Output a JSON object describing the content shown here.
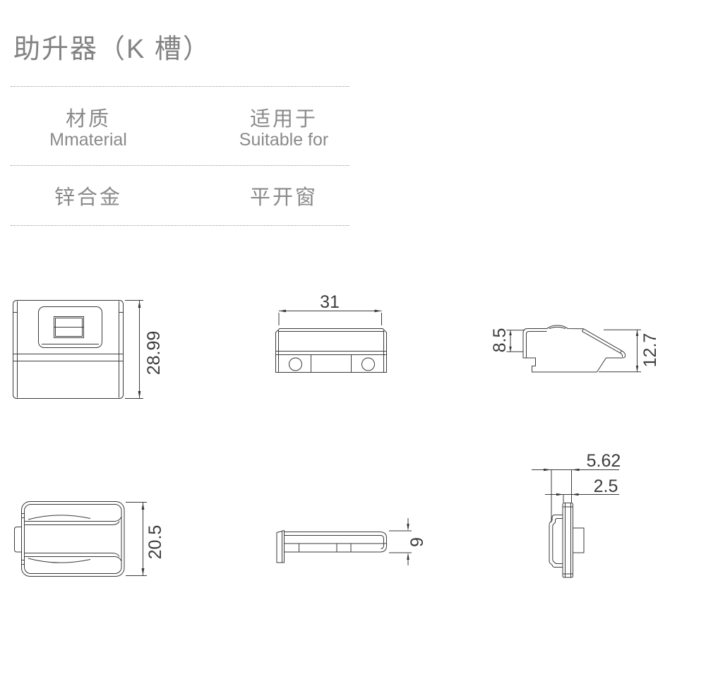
{
  "header": {
    "title": "助升器（K 槽）"
  },
  "spec_table": {
    "columns": [
      {
        "label_cn": "材质",
        "label_en": "Mmaterial",
        "value": "锌合金"
      },
      {
        "label_cn": "适用于",
        "label_en": "Suitable for",
        "value": "平开窗"
      }
    ]
  },
  "drawings": {
    "front_view": {
      "height_dim": "28.99"
    },
    "top_view": {
      "width_dim": "31"
    },
    "side_view": {
      "left_height_dim": "8.5",
      "right_height_dim": "12.7"
    },
    "bottom_view": {
      "height_dim": "20.5"
    },
    "profile_view": {
      "height_dim": "9"
    },
    "end_view": {
      "outer_width_dim": "5.62",
      "inner_width_dim": "2.5"
    }
  },
  "colors": {
    "line": "#3a3a3a",
    "dim_text": "#3d3d3d",
    "table_text": "#8a8a8a",
    "divider": "#9a9a9a",
    "background": "#ffffff"
  }
}
